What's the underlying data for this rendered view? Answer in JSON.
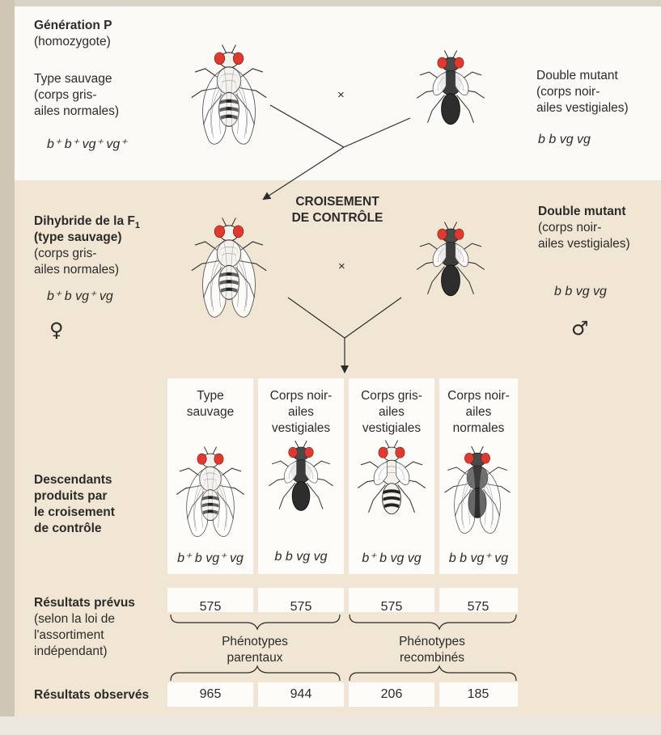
{
  "generation_p": {
    "title": "Génération P",
    "subtitle": "(homozygote)",
    "wild": {
      "line1": "Type sauvage",
      "line2": "(corps gris-",
      "line3": "ailes normales)",
      "genotype": "b⁺ b⁺ vg⁺ vg⁺"
    },
    "cross_symbol": "×",
    "mutant": {
      "line1": "Double mutant",
      "line2": "(corps noir-",
      "line3": "ailes vestigiales)",
      "genotype": "b b vg vg"
    }
  },
  "testcross": {
    "heading_line1": "CROISEMENT",
    "heading_line2": "DE CONTRÔLE",
    "f1": {
      "line1": "Dihybride de la F",
      "line1_sub": "1",
      "line2": "(type sauvage)",
      "line3": "(corps gris-",
      "line4": "ailes normales)",
      "genotype": "b⁺ b vg⁺ vg",
      "sex_symbol": "♀"
    },
    "cross_symbol": "×",
    "mutant": {
      "line1": "Double mutant",
      "line2": "(corps noir-",
      "line3": "ailes vestigiales)",
      "genotype": "b b vg vg",
      "sex_symbol": "♂"
    }
  },
  "offspring": {
    "row_label": [
      "Descendants",
      "produits par",
      "le croisement",
      "de contrôle"
    ],
    "columns": [
      {
        "label": [
          "Type",
          "sauvage"
        ],
        "genotype": "b⁺ b vg⁺ vg",
        "body": "grey",
        "wings": "normal"
      },
      {
        "label": [
          "Corps noir-",
          "ailes",
          "vestigiales"
        ],
        "genotype": "b b vg vg",
        "body": "black",
        "wings": "vestigial"
      },
      {
        "label": [
          "Corps gris-",
          "ailes",
          "vestigiales"
        ],
        "genotype": "b⁺ b vg vg",
        "body": "grey",
        "wings": "vestigial"
      },
      {
        "label": [
          "Corps noir-",
          "ailes",
          "normales"
        ],
        "genotype": "b b vg⁺ vg",
        "body": "black",
        "wings": "normal"
      }
    ]
  },
  "results": {
    "expected_label": "Résultats prévus",
    "expected_note": [
      "(selon la loi de",
      "l'assortiment",
      "indépendant)"
    ],
    "expected": [
      "575",
      "575",
      "575",
      "575"
    ],
    "parental_label": [
      "Phénotypes",
      "parentaux"
    ],
    "recombinant_label": [
      "Phénotypes",
      "recombinés"
    ],
    "observed_label": "Résultats observés",
    "observed": [
      "965",
      "944",
      "206",
      "185"
    ]
  },
  "colors": {
    "eye": "#e0392f",
    "grey_body": "#f4f1ec",
    "black_body": "#3b3b3b",
    "panel_bg": "#f1e6d3"
  }
}
